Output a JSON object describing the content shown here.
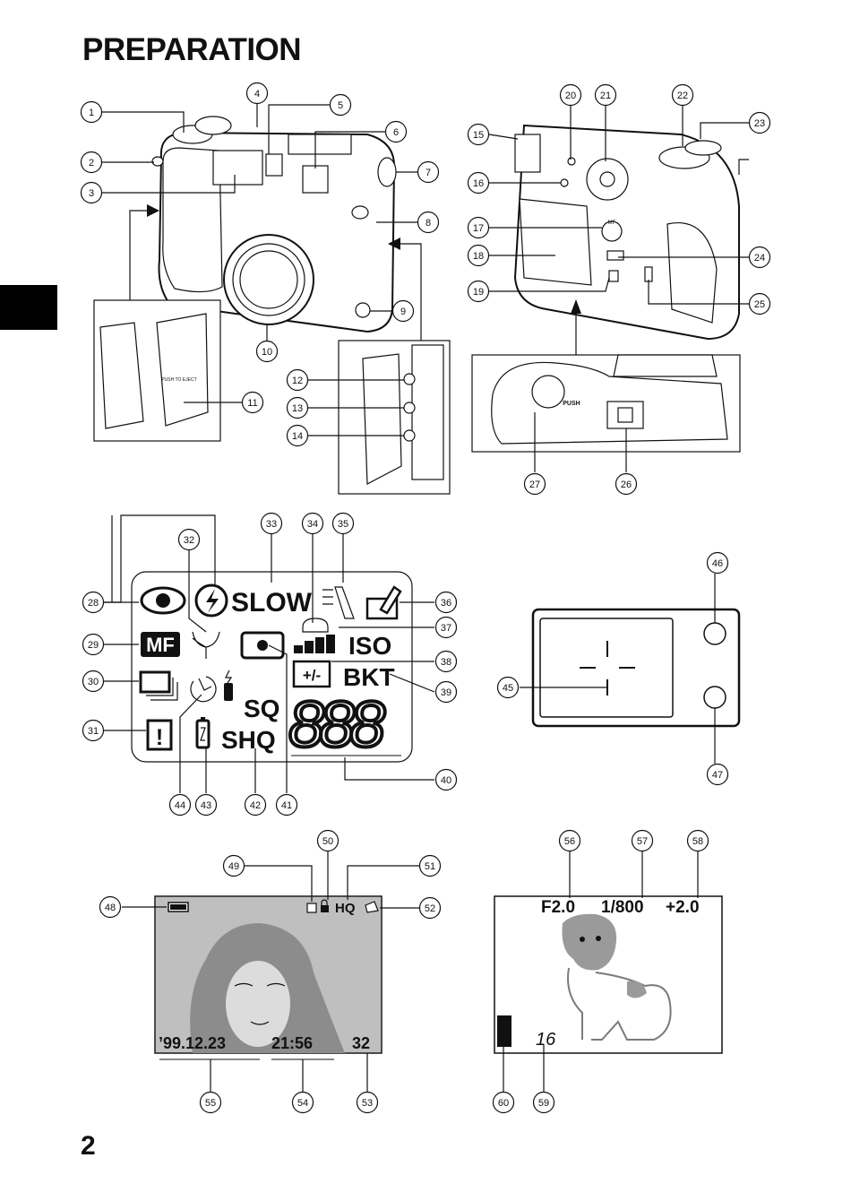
{
  "page": {
    "title": "PREPARATION",
    "page_number": "2"
  },
  "callouts": {
    "1": "1",
    "2": "2",
    "3": "3",
    "4": "4",
    "5": "5",
    "6": "6",
    "7": "7",
    "8": "8",
    "9": "9",
    "10": "10",
    "11": "11",
    "12": "12",
    "13": "13",
    "14": "14",
    "15": "15",
    "16": "16",
    "17": "17",
    "18": "18",
    "19": "19",
    "20": "20",
    "21": "21",
    "22": "22",
    "23": "23",
    "24": "24",
    "25": "25",
    "26": "26",
    "27": "27",
    "28": "28",
    "29": "29",
    "30": "30",
    "31": "31",
    "32": "32",
    "33": "33",
    "34": "34",
    "35": "35",
    "36": "36",
    "37": "37",
    "38": "38",
    "39": "39",
    "40": "40",
    "41": "41",
    "42": "42",
    "43": "43",
    "44": "44",
    "45": "45",
    "46": "46",
    "47": "47",
    "48": "48",
    "49": "49",
    "50": "50",
    "51": "51",
    "52": "52",
    "53": "53",
    "54": "54",
    "55": "55",
    "56": "56",
    "57": "57",
    "58": "58",
    "59": "59",
    "60": "60"
  },
  "camera_labels": {
    "card_door": "PUSH TO EJECT",
    "bottom_push": "PUSH",
    "mf_label": "MF"
  },
  "control_panel": {
    "slow": "SLOW",
    "mf": "MF",
    "iso": "ISO",
    "plus_minus": "+/-",
    "bkt": "BKT",
    "sq": "SQ",
    "shq": "SHQ",
    "digits": "888",
    "exclaim": "!"
  },
  "playback_screen": {
    "quality": "HQ",
    "date": "’99.12.23",
    "time": "21:56",
    "frame": "32"
  },
  "shooting_screen": {
    "aperture": "F2.0",
    "shutter": "1/800",
    "exposure_comp": "+2.0",
    "frames_left": "16"
  }
}
